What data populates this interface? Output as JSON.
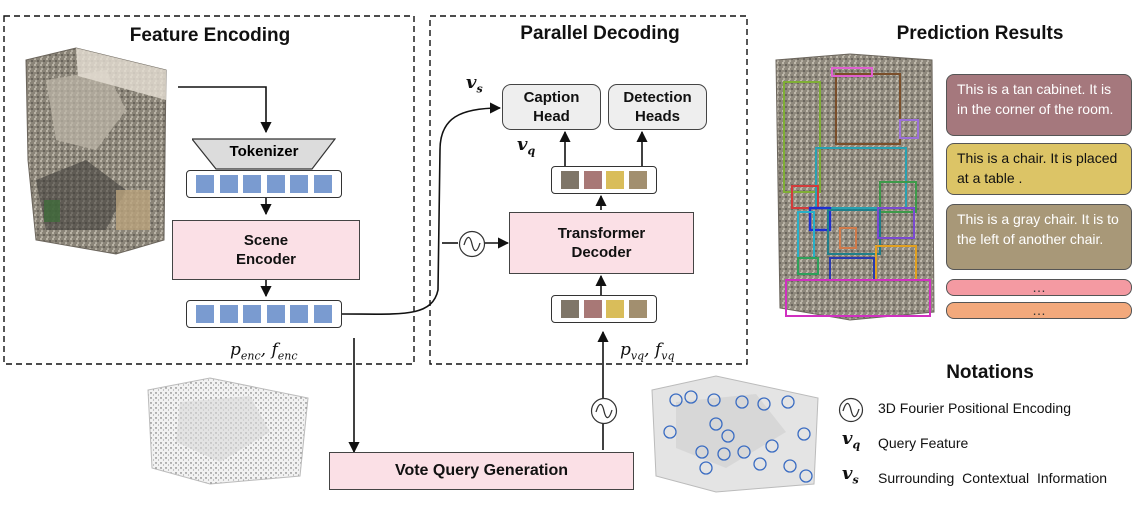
{
  "sections": {
    "feature_encoding": "Feature Encoding",
    "parallel_decoding": "Parallel Decoding",
    "prediction_results": "Prediction Results",
    "notations": "Notations"
  },
  "blocks": {
    "tokenizer": "Tokenizer",
    "scene_encoder": "Scene Encoder",
    "transformer_decoder": "Transformer Decoder",
    "caption_head": "Caption Head",
    "detection_heads": "Detection Heads",
    "vote_query_generation": "Vote Query Generation"
  },
  "math": {
    "p_enc_f_enc": "p_enc, f_enc",
    "p_vq_f_vq": "p_vq, f_vq",
    "v_s": "v_s",
    "v_q": "v_q"
  },
  "captions": [
    {
      "text": "This is a tan cabinet. It is in the corner of the room.",
      "color": "#a5787d"
    },
    {
      "text": "This is a chair. It is placed at a table .",
      "color": "#dcc466"
    },
    {
      "text": "This is a gray chair. It is to the left of another chair.",
      "color": "#a89878"
    },
    {
      "text": "…",
      "color": "#f49aa2"
    },
    {
      "text": "…",
      "color": "#f3a97c"
    }
  ],
  "token_colors": {
    "encoder": "#7a9bd0",
    "query": [
      "#7f7668",
      "#a87876",
      "#d9bd5a",
      "#a28f6f"
    ]
  },
  "notations": [
    {
      "symbol": "~",
      "label": "3D Fourier Positional Encoding"
    },
    {
      "symbol": "v_q",
      "label": "Query Feature"
    },
    {
      "symbol": "v_s",
      "label": "Surrounding Contextual Information"
    }
  ]
}
